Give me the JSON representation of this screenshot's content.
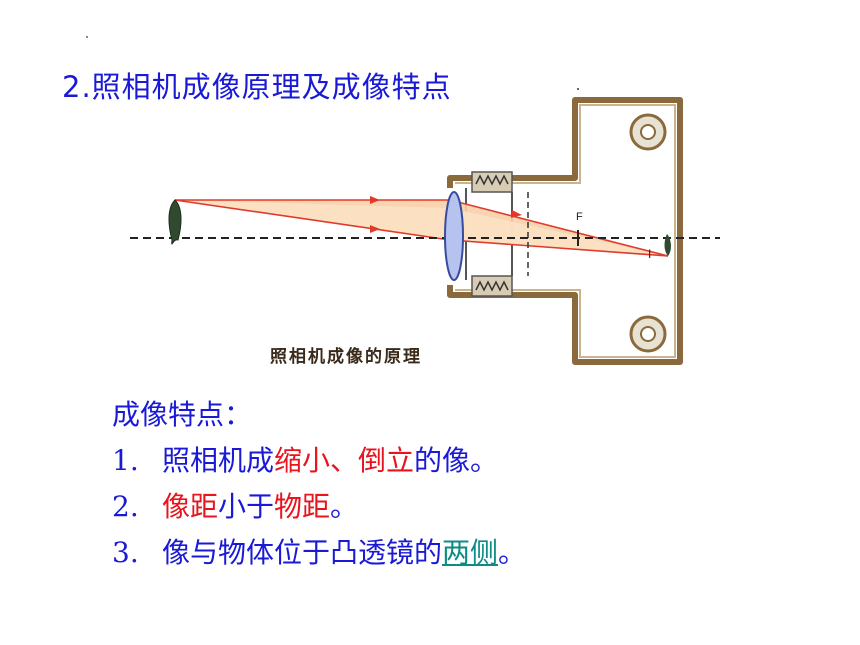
{
  "slide": {
    "title": "2.照相机成像原理及成像特点"
  },
  "diagram": {
    "caption": "照相机成像的原理",
    "focal_label": "F",
    "image_label": "I",
    "colors": {
      "frame": "#8a6a3c",
      "ray_fill": "#f7cfa8",
      "ray_line": "#e03a2a",
      "axis": "#222222",
      "lens": "#9aa8e0"
    }
  },
  "features": {
    "heading": "成像特点：",
    "items": [
      {
        "num": "1.",
        "parts": [
          {
            "text": "照相机成",
            "style": "normal"
          },
          {
            "text": "缩小、倒立",
            "style": "red"
          },
          {
            "text": "的像。",
            "style": "normal"
          }
        ]
      },
      {
        "num": "2.",
        "parts": [
          {
            "text": "像距",
            "style": "red"
          },
          {
            "text": "小于",
            "style": "normal"
          },
          {
            "text": "物距",
            "style": "red"
          },
          {
            "text": "。",
            "style": "normal"
          }
        ]
      },
      {
        "num": "3.",
        "parts": [
          {
            "text": "像与物体位于凸透镜的",
            "style": "normal"
          },
          {
            "text": "两侧",
            "style": "teal"
          },
          {
            "text": "。",
            "style": "normal"
          }
        ]
      }
    ]
  }
}
